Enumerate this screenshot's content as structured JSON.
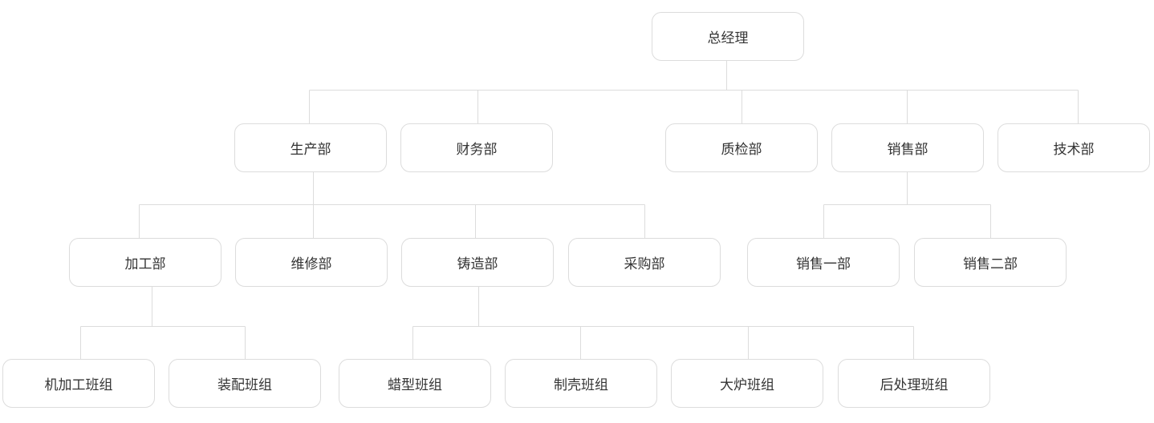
{
  "colors": {
    "line": "#dcdcdc",
    "border": "#dcdcdc",
    "text": "#333333"
  },
  "root": "总经理",
  "departments": [
    "生产部",
    "财务部",
    "质检部",
    "销售部",
    "技术部"
  ],
  "production_subs": [
    "加工部",
    "维修部",
    "铸造部",
    "采购部"
  ],
  "sales_subs": [
    "销售一部",
    "销售二部"
  ],
  "machining_teams": [
    "机加工班组",
    "装配班组"
  ],
  "casting_teams": [
    "蜡型班组",
    "制壳班组",
    "大炉班组",
    "后处理班组"
  ]
}
